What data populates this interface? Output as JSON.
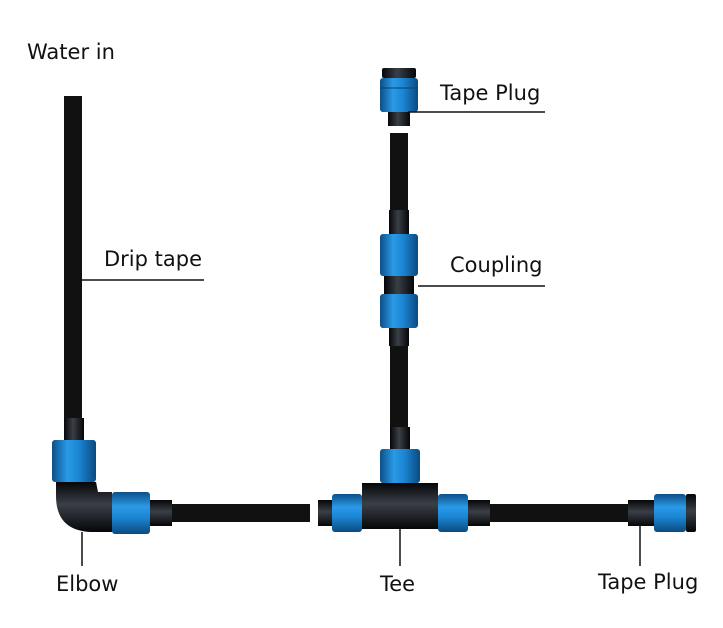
{
  "labels": {
    "water_in": "Water in",
    "drip_tape": "Drip tape",
    "tape_plug_top": "Tape Plug",
    "coupling": "Coupling",
    "elbow": "Elbow",
    "tee": "Tee",
    "tape_plug_right": "Tape Plug"
  },
  "colors": {
    "pipe": "#111111",
    "fitting_blue": "#1c86d4",
    "fitting_dark": "#14181f",
    "leader_line": "#111111"
  }
}
